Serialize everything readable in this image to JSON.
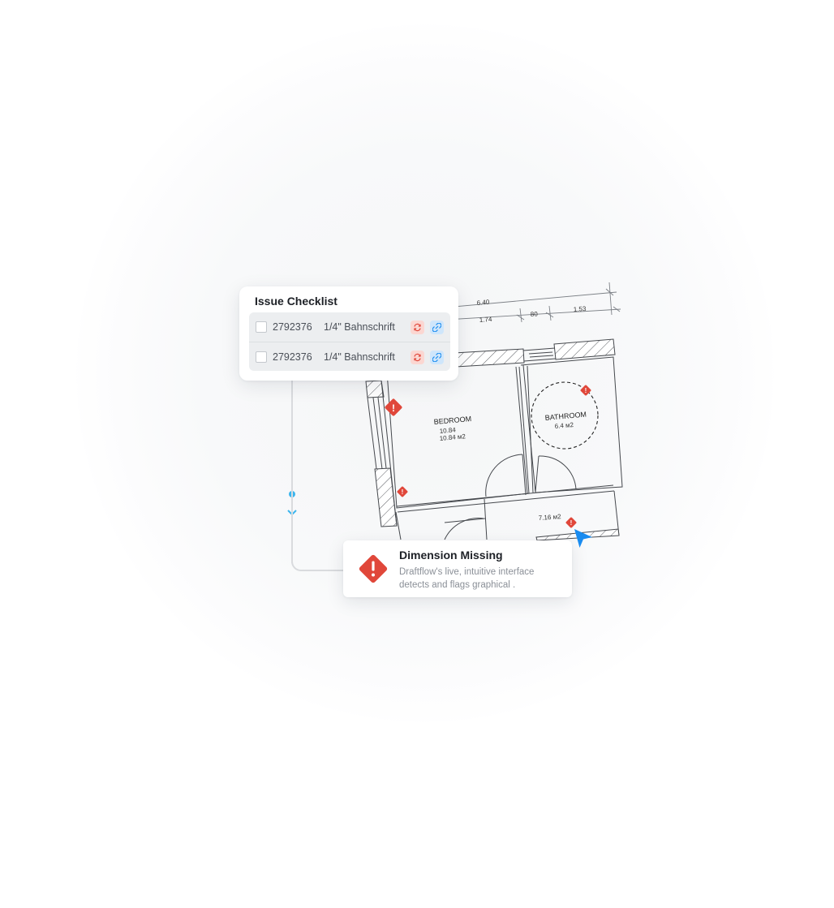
{
  "checklist": {
    "title": "Issue Checklist",
    "rows": [
      {
        "id": "2792376",
        "font": "1/4\" Bahnschrift",
        "checked": false
      },
      {
        "id": "2792376",
        "font": "1/4\" Bahnschrift",
        "checked": false
      }
    ],
    "icons": {
      "refresh": "refresh-icon",
      "unlink": "unlink-icon"
    }
  },
  "plan": {
    "dimensions": {
      "total": "6.40",
      "left": "1.74",
      "middle": "80",
      "right": "1.53"
    },
    "rooms": {
      "bedroom": {
        "name": "BEDROOM",
        "line1": "10.84",
        "line2": "10.84 м2"
      },
      "bathroom": {
        "name": "BATHROOM",
        "area": "6.4 м2"
      },
      "hall": {
        "area": "7.16 м2"
      }
    }
  },
  "toast": {
    "title": "Dimension Missing",
    "description": "Draftflow's live, intuitive interface detects and flags graphical ."
  },
  "colors": {
    "warning": "#e0473a",
    "accent": "#1a8cf0",
    "connector": "#3bb5ee"
  }
}
